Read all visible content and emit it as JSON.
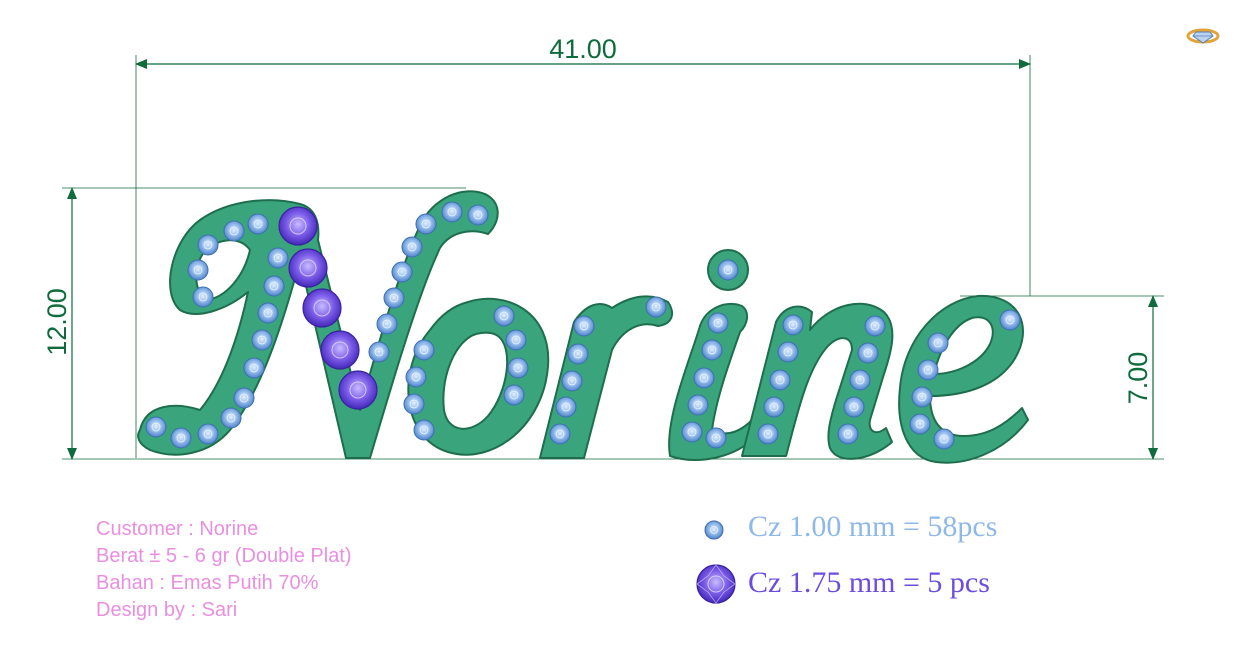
{
  "dimensions": {
    "width": "41.00",
    "height": "12.00",
    "lowercase_height": "7.00"
  },
  "design": {
    "name_text": "Norine",
    "metal_color": "#3aa57c",
    "outline_color": "#1e6e4e"
  },
  "info": {
    "customer": "Customer : Norine",
    "weight": "Berat ± 5 - 6 gr (Double Plat)",
    "material": "Bahan : Emas Putih 70%",
    "designer": "Design by : Sari"
  },
  "legend": {
    "small_stone": "Cz 1.00 mm = 58pcs",
    "large_stone": "Cz 1.75 mm = 5 pcs",
    "small_color": "#8fb8ea",
    "large_color": "#6c4de0"
  },
  "colors": {
    "dimension_lines": "#0f6b3c",
    "info_text": "#e98fe0"
  },
  "icons": {
    "corner": "ring-logo-icon"
  }
}
